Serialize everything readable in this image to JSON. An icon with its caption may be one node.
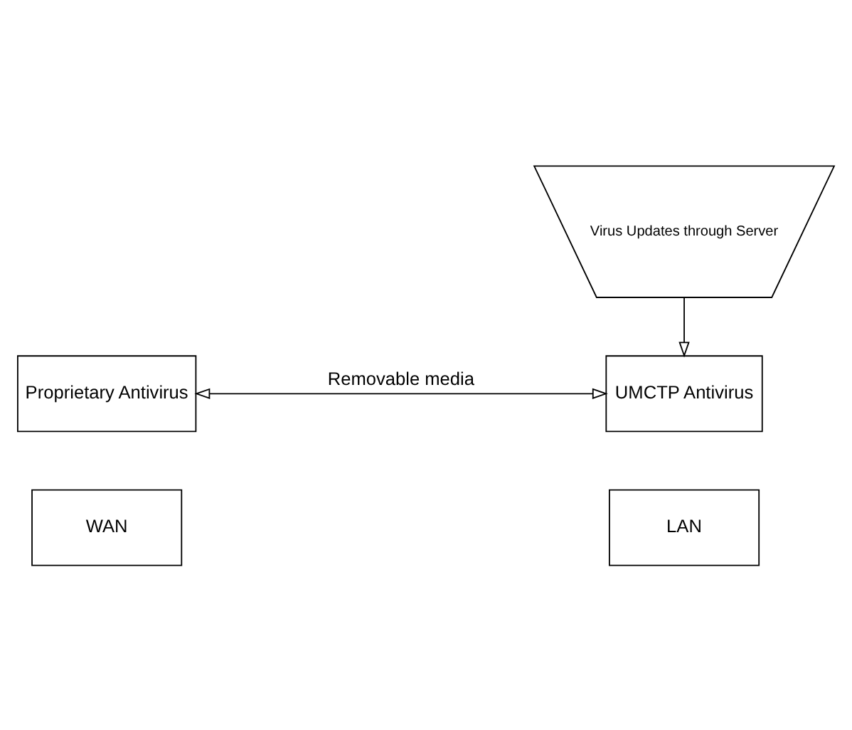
{
  "diagram": {
    "nodes": [
      {
        "text": [
          "Virus Updates through Server"
        ]
      },
      {
        "text": [
          "Proprietary Antivirus"
        ]
      },
      {
        "text": [
          "WAN"
        ]
      },
      {
        "text": [
          "UMCTP Antivirus"
        ]
      },
      {
        "text": [
          "LAN"
        ]
      }
    ],
    "edges": [
      {
        "from": 0,
        "to": 3,
        "arrow": "to"
      },
      {
        "from": 1,
        "to": 3,
        "arrow": "both",
        "label": "Removable media"
      }
    ]
  }
}
